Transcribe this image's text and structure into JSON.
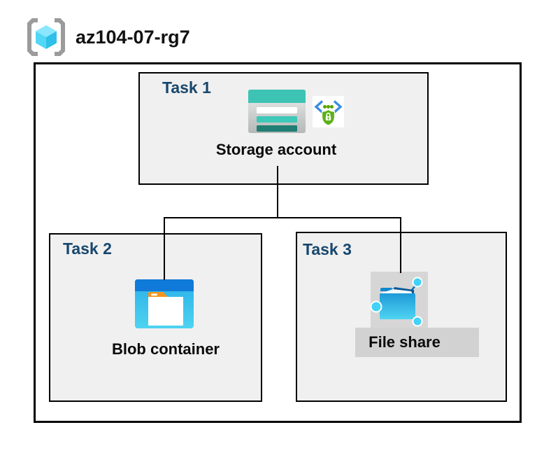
{
  "header": {
    "resource_group_name": "az104-07-rg7",
    "icon": "resource-group-icon"
  },
  "tasks": [
    {
      "label": "Task 1",
      "item": "Storage account",
      "icons": [
        "storage-account-icon",
        "sas-security-icon"
      ]
    },
    {
      "label": "Task 2",
      "item": "Blob container",
      "icons": [
        "blob-container-icon"
      ]
    },
    {
      "label": "Task 3",
      "item": "File share",
      "icons": [
        "file-share-icon"
      ]
    }
  ],
  "connections": [
    {
      "from": "Storage account",
      "to": "Blob container"
    },
    {
      "from": "Storage account",
      "to": "File share"
    }
  ],
  "colors": {
    "task_label": "#17476E",
    "box_fill": "#F0F0F0",
    "box_border": "#000000",
    "storage_teal": "#3CC3B3",
    "storage_dark_teal": "#217E74",
    "blob_blue": "#0F7AD9",
    "blob_body_cyan": "#28AFE9",
    "folder_orange": "#F7941D",
    "file_share_navy": "#0A5795",
    "node_cyan": "#41D2F7",
    "sas_chevron_blue": "#3A8CE3",
    "sas_green": "#57A300",
    "rg_bracket_gray": "#9B9B9B",
    "rg_cube_cyan": "#52D7F6",
    "gray_highlight": "#D6D6D6"
  }
}
